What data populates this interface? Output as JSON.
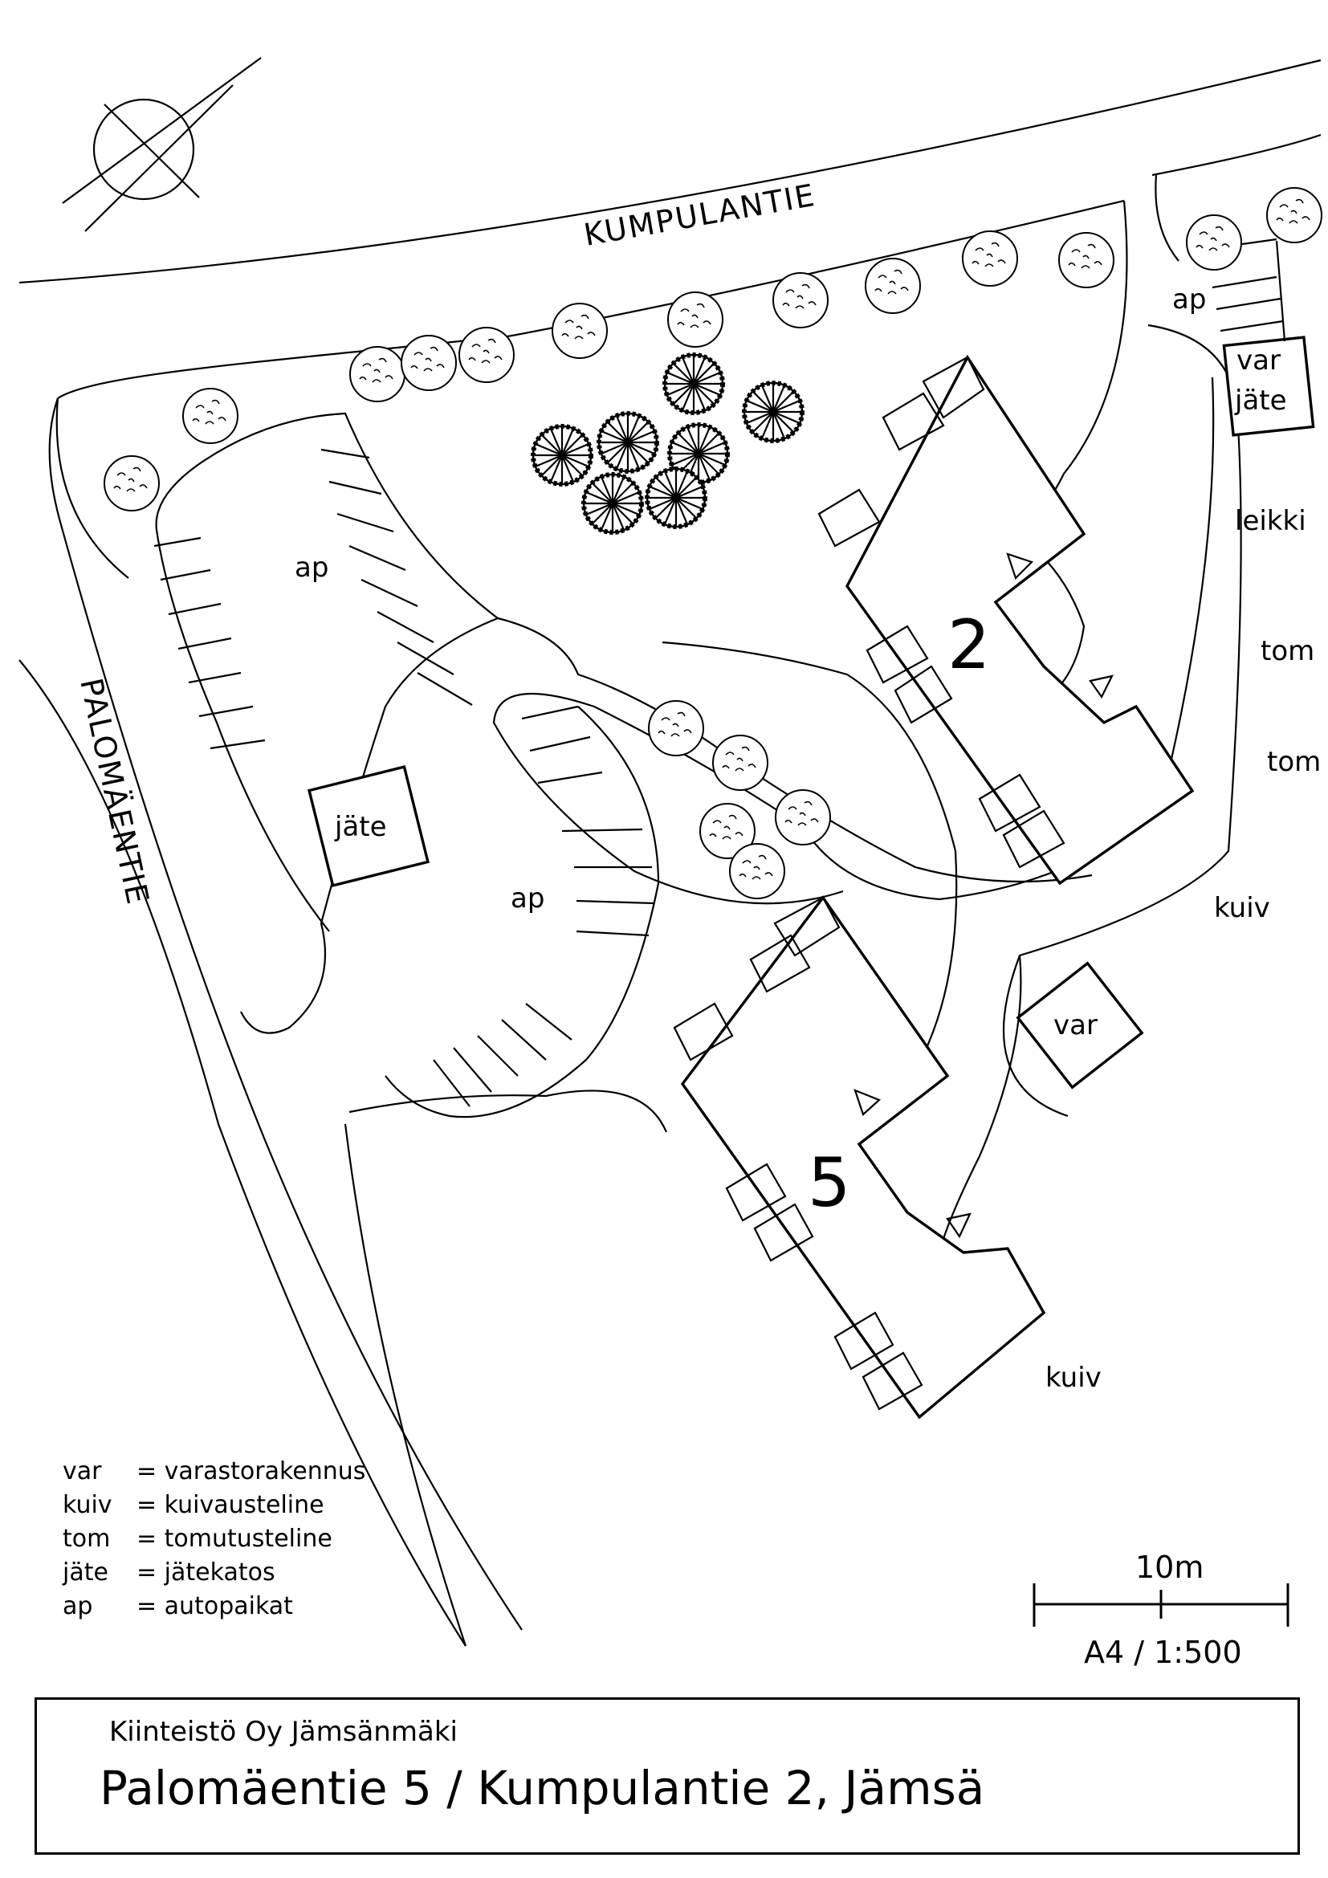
{
  "map": {
    "road_labels": {
      "north": "KUMPULANTIE",
      "west": "PALOMÄENTIE"
    },
    "buildings": [
      {
        "number": "2"
      },
      {
        "number": "5"
      }
    ],
    "labels": {
      "ap_north": "ap",
      "ap_west_upper": "ap",
      "ap_west_lower": "ap",
      "jate_west": "jäte",
      "var_jate_ne_var": "var",
      "var_jate_ne_jate": "jäte",
      "leikki": "leikki",
      "tom_1": "tom",
      "tom_2": "tom",
      "kuiv_1": "kuiv",
      "kuiv_2": "kuiv",
      "var_center": "var"
    },
    "icons": [
      "north-arrow-icon",
      "tree-icon",
      "entrance-triangle-icon"
    ]
  },
  "legend": [
    {
      "abbr": "var",
      "desc": "= varastorakennus"
    },
    {
      "abbr": "kuiv",
      "desc": "= kuivausteline"
    },
    {
      "abbr": "tom",
      "desc": "= tomutusteline"
    },
    {
      "abbr": "jäte",
      "desc": "= jätekatos"
    },
    {
      "abbr": "ap",
      "desc": "= autopaikat"
    }
  ],
  "scale": {
    "distance": "10m",
    "paper": "A4 / 1:500"
  },
  "title": {
    "owner": "Kiinteistö Oy Jämsänmäki",
    "address": "Palomäentie 5 / Kumpulantie 2, Jämsä"
  }
}
